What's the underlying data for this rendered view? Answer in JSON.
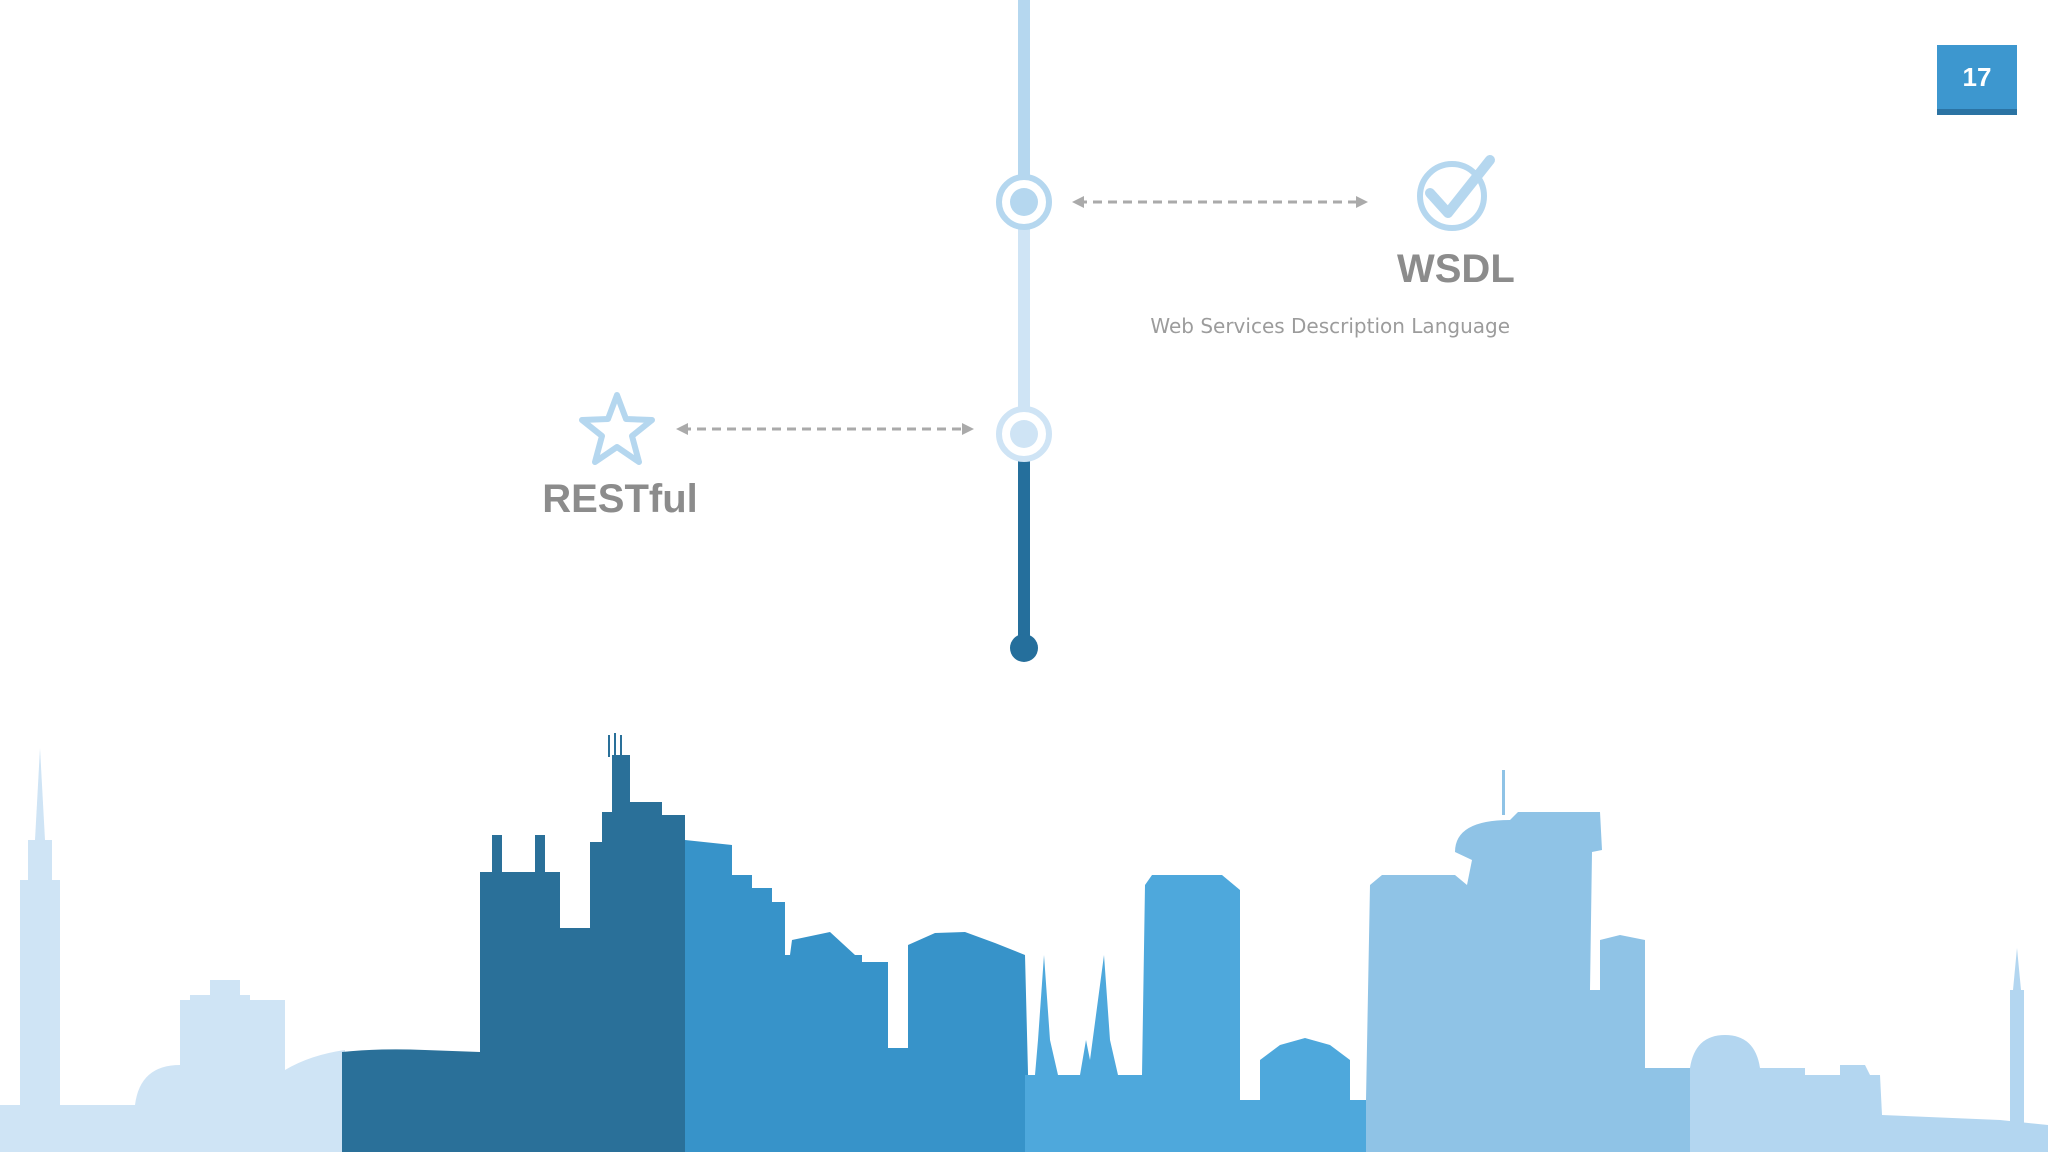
{
  "page_number": "17",
  "items": {
    "wsdl": {
      "title": "WSDL",
      "description": "Web Services Description Language",
      "icon": "check-circle-icon"
    },
    "restful": {
      "title": "RESTful",
      "icon": "star-icon"
    }
  },
  "colors": {
    "accent": "#3d97cf",
    "timeline_light": "#b5d7ef",
    "timeline_dark": "#256f9c",
    "text_gray": "#8c8c8c",
    "skyline_light": "#cfe4f5",
    "skyline_dark": "#2a7099",
    "skyline_mid": "#3793c9",
    "skyline_bright": "#4ea8dc",
    "skyline_soft": "#8fc3e6"
  }
}
